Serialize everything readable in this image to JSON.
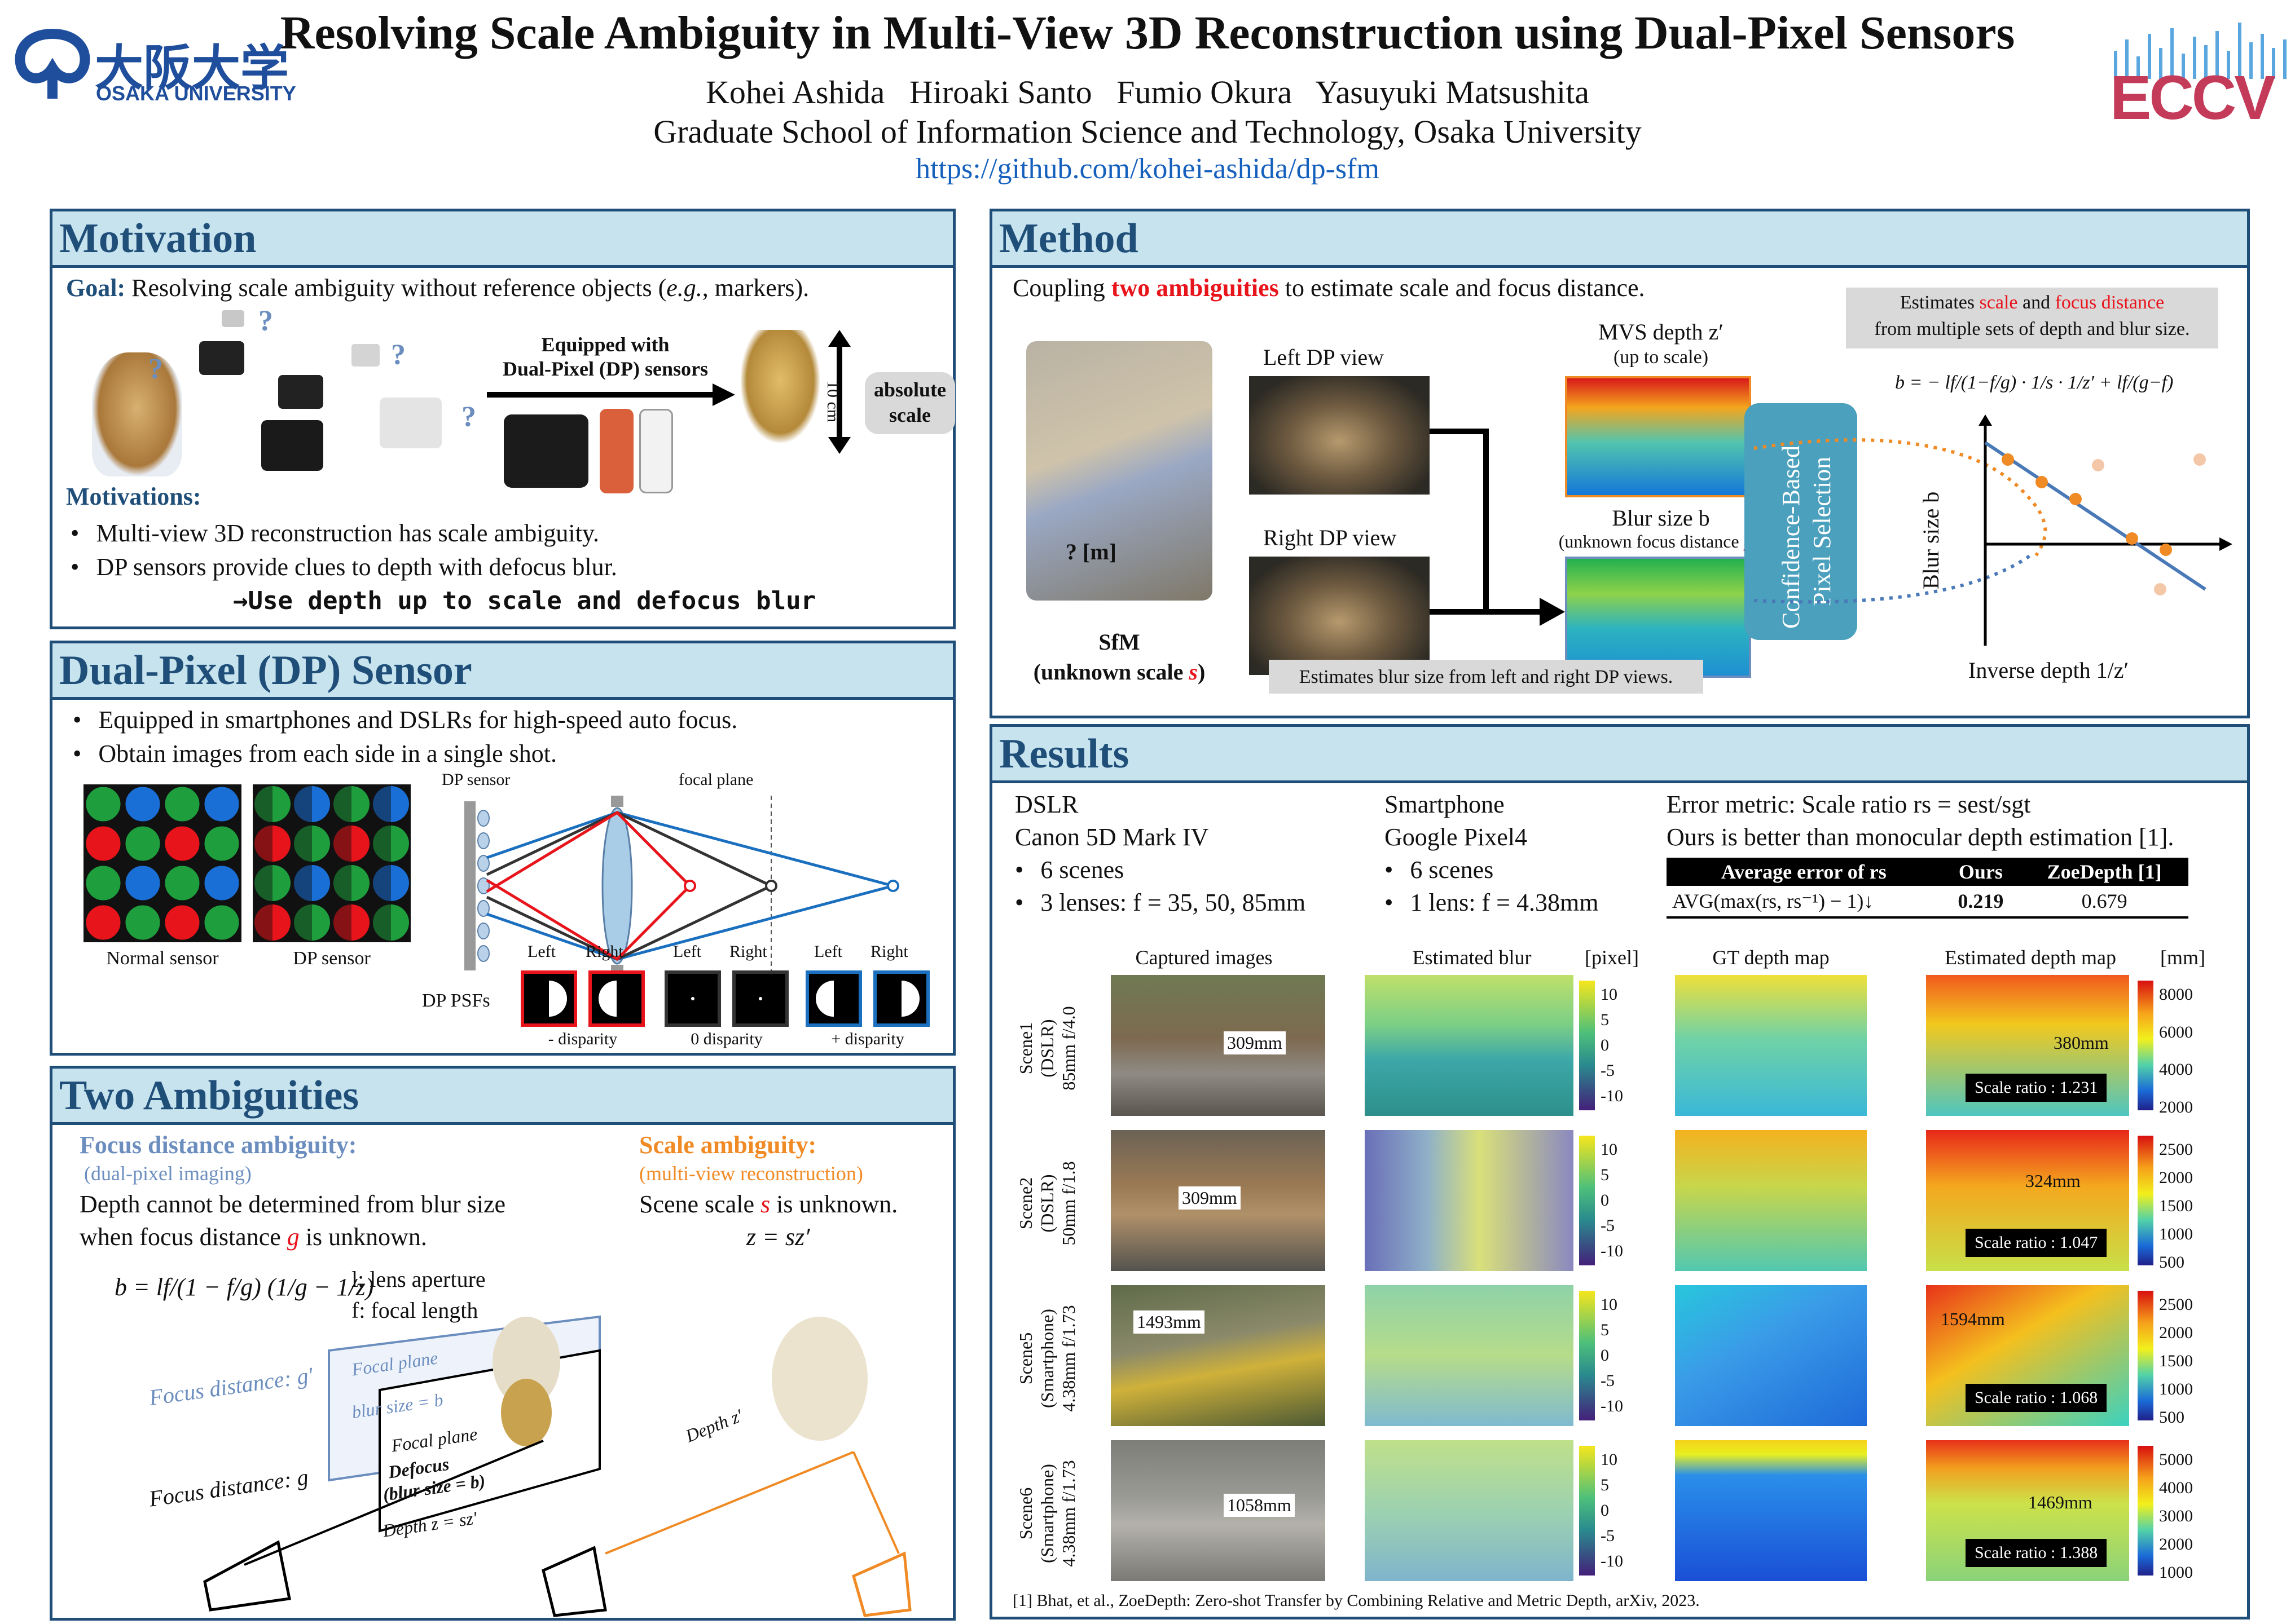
{
  "header": {
    "title": "Resolving Scale Ambiguity in Multi-View 3D Reconstruction using Dual-Pixel Sensors",
    "authors": "Kohei Ashida   Hiroaki Santo   Fumio Okura   Yasuyuki Matsushita",
    "affiliation": "Graduate School of Information Science and Technology, Osaka University",
    "url": "https://github.com/kohei-ashida/dp-sfm",
    "logo_left_jp": "大阪大学",
    "logo_left_en": "OSAKA UNIVERSITY",
    "logo_right": "ECCV"
  },
  "motivation": {
    "title": "Motivation",
    "goal_label": "Goal:",
    "goal_text_a": " Resolving scale ambiguity without reference objects (",
    "goal_eg": "e.g.",
    "goal_text_b": ", markers).",
    "question": "?",
    "equipped": "Equipped with",
    "dp_sensors": "Dual-Pixel (DP) sensors",
    "cm_label": "10 cm",
    "absolute": "absolute",
    "scale": "scale",
    "motivations_label": "Motivations:",
    "bullets": [
      "Multi-view 3D reconstruction has scale ambiguity.",
      "DP sensors provide clues to depth with defocus blur."
    ],
    "conclusion": "→Use depth up to scale and defocus blur"
  },
  "dp_sensor": {
    "title": "Dual-Pixel (DP) Sensor",
    "bullets": [
      "Equipped in smartphones and DSLRs for high-speed auto focus.",
      "Obtain images from each side in a single shot."
    ],
    "normal_sensor": "Normal sensor",
    "dp_sensor_label": "DP sensor",
    "dp_sensor_diag": "DP sensor",
    "focal_plane": "focal plane",
    "left": "Left",
    "right": "Right",
    "dp_psfs": "DP PSFs",
    "neg_disparity": "- disparity",
    "zero_disparity": "0 disparity",
    "pos_disparity": "+ disparity"
  },
  "two_amb": {
    "title": "Two Ambiguities",
    "focus_head": "Focus distance ambiguity:",
    "focus_sub": "(dual-pixel imaging)",
    "focus_text1": "Depth cannot be determined from blur size",
    "focus_text2a": "when focus distance ",
    "g": "g",
    "focus_text2b": " is unknown.",
    "scale_head": "Scale ambiguity:",
    "scale_sub": "(multi-view reconstruction)",
    "scale_text_a": "Scene scale ",
    "s": "s",
    "scale_text_b": " is unknown.",
    "eq_z": "z = sz′",
    "eq_b": "b = lf/(1 − f/g) (1/g − 1/z)",
    "l_def": "l: lens aperture",
    "f_def": "f: focal length",
    "focus_dist_g_prime": "Focus distance: g′",
    "focus_dist_g": "Focus distance: g",
    "focal_plane": "Focal plane",
    "blur_size_b": "blur size = b",
    "focal_plane2": "Focal plane",
    "defocus": "Defocus",
    "blur_b": "(blur size = b)",
    "depth_z": "Depth  z = sz′",
    "depth_zp": "Depth  z′"
  },
  "method": {
    "title": "Method",
    "coupling_a": "Coupling ",
    "coupling_red": "two ambiguities",
    "coupling_b": " to estimate scale and focus distance.",
    "left_dp": "Left DP view",
    "right_dp": "Right DP view",
    "mvs_depth": "MVS depth z′",
    "up_to_scale": "(up to scale)",
    "blur_size": "Blur size b",
    "unknown_focus": "(unknown focus distance g )",
    "sfm_q": "? [m]",
    "sfm": "SfM",
    "unknown_scale": "(unknown scale s)",
    "estimates_blur": "Estimates blur size from left and right DP views.",
    "confidence": "Confidence-Based",
    "pixel_sel": "Pixel Selection",
    "estimates_a": "Estimates ",
    "scale_word": "scale",
    "and_word": " and ",
    "focus_word": "focus distance",
    "estimates_b": "from multiple sets of depth and blur size.",
    "eq_b_method": "b = − lf/(1−f/g) · 1/s · 1/z′ + lf/(g−f)",
    "axis_y": "Blur size b",
    "axis_x": "Inverse depth 1/z′"
  },
  "results": {
    "title": "Results",
    "dslr": "DSLR",
    "dslr_model": "Canon 5D Mark IV",
    "dslr_bullets": [
      "6 scenes",
      "3 lenses: f = 35, 50, 85mm"
    ],
    "smartphone": "Smartphone",
    "phone_model": "Google Pixel4",
    "phone_bullets": [
      "6 scenes",
      "1 lens: f = 4.38mm"
    ],
    "error_metric": "Error metric: Scale ratio rs = sest/sgt",
    "ours_better": "Ours is better than monocular depth estimation [1].",
    "table": {
      "headers": [
        "Average error of rs",
        "Ours",
        "ZoeDepth [1]"
      ],
      "row": [
        "AVG(max(rs, rs⁻¹) − 1)↓",
        "0.219",
        "0.679"
      ]
    },
    "col_captured": "Captured images",
    "col_blur": "Estimated blur",
    "col_pixel": "[pixel]",
    "col_gt": "GT depth map",
    "col_est": "Estimated depth map",
    "col_mm": "[mm]",
    "scenes": [
      {
        "name": "Scene1",
        "cam": "(DSLR)",
        "lens": "85mm f/4.0",
        "cap_mm": "309mm",
        "est_mm": "380mm",
        "ratio": "Scale ratio : 1.231",
        "depth_ticks": [
          "8000",
          "6000",
          "4000",
          "2000"
        ]
      },
      {
        "name": "Scene2",
        "cam": "(DSLR)",
        "lens": "50mm f/1.8",
        "cap_mm": "309mm",
        "est_mm": "324mm",
        "ratio": "Scale ratio : 1.047",
        "depth_ticks": [
          "2500",
          "2000",
          "1500",
          "1000",
          "500"
        ]
      },
      {
        "name": "Scene5",
        "cam": "(Smartphone)",
        "lens": "4.38mm f/1.73",
        "cap_mm": "1493mm",
        "est_mm": "1594mm",
        "ratio": "Scale ratio : 1.068",
        "depth_ticks": [
          "2500",
          "2000",
          "1500",
          "1000",
          "500"
        ]
      },
      {
        "name": "Scene6",
        "cam": "(Smartphone)",
        "lens": "4.38mm f/1.73",
        "cap_mm": "1058mm",
        "est_mm": "1469mm",
        "ratio": "Scale ratio : 1.388",
        "depth_ticks": [
          "5000",
          "4000",
          "3000",
          "2000",
          "1000"
        ]
      }
    ],
    "blur_ticks": [
      "10",
      "5",
      "0",
      "-5",
      "-10"
    ],
    "reference": "[1] Bhat, et al., ZoeDepth: Zero-shot Transfer by Combining Relative and Metric Depth, arXiv, 2023."
  }
}
